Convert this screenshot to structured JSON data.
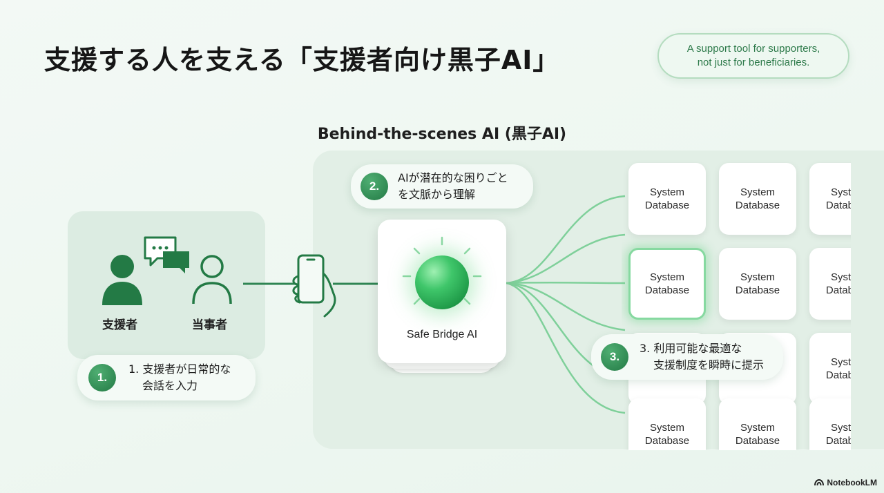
{
  "title": "支援する人を支える「支援者向け黒子AI」",
  "tagline": {
    "line1": "A support tool for supporters,",
    "line2": "not just for beneficiaries."
  },
  "subtitle": "Behind-the-scenes AI (黒子AI)",
  "left_panel": {
    "supporter_label": "支援者",
    "client_label": "当事者"
  },
  "steps": [
    {
      "number": "1.",
      "line1": "1. 支援者が日常的な",
      "line2": "会話を入力"
    },
    {
      "number": "2.",
      "line1": "AIが潜在的な困りごと",
      "line2": "を文脈から理解"
    },
    {
      "number": "3.",
      "line1": "3. 利用可能な最適な",
      "line2": "支援制度を瞬時に提示"
    }
  ],
  "center_card": {
    "label": "Safe Bridge AI"
  },
  "databases": {
    "line1": "System",
    "line2": "Database"
  },
  "watermark": "NotebookLM",
  "colors": {
    "accent_green": "#237a45",
    "panel_green": "#dcece2",
    "line_green": "#7fd09a",
    "background": "#eef7f1"
  },
  "icons": [
    "person-filled-icon",
    "person-outline-icon",
    "chat-bubbles-icon",
    "smartphone-hand-icon",
    "glow-orb-icon",
    "notebooklm-logo-icon"
  ]
}
